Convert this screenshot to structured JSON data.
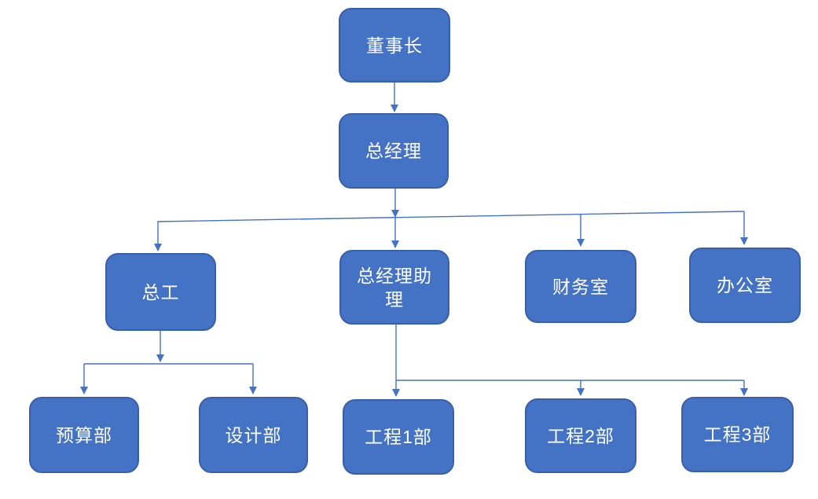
{
  "diagram": {
    "type": "org-chart",
    "colors": {
      "node-fill": "#4472C4",
      "node-border": "#3A5FA9",
      "node-text": "#FFFFFF",
      "connector-color": "#4472C4"
    },
    "nodes": [
      {
        "id": "chairman",
        "label": "董事长",
        "level": 1
      },
      {
        "id": "general-manager",
        "label": "总经理",
        "level": 2
      },
      {
        "id": "chief-engineer",
        "label": "总工",
        "level": 3
      },
      {
        "id": "gm-assistant",
        "label": "总经理助理",
        "level": 3
      },
      {
        "id": "finance-office",
        "label": "财务室",
        "level": 3
      },
      {
        "id": "admin-office",
        "label": "办公室",
        "level": 3
      },
      {
        "id": "budget-dept",
        "label": "预算部",
        "level": 4
      },
      {
        "id": "design-dept",
        "label": "设计部",
        "level": 4
      },
      {
        "id": "engineering-dept-1",
        "label": "工程1部",
        "level": 4
      },
      {
        "id": "engineering-dept-2",
        "label": "工程2部",
        "level": 4
      },
      {
        "id": "engineering-dept-3",
        "label": "工程3部",
        "level": 4
      }
    ],
    "edges": [
      {
        "from": "chairman",
        "to": "general-manager"
      },
      {
        "from": "general-manager",
        "to": "chief-engineer"
      },
      {
        "from": "general-manager",
        "to": "gm-assistant"
      },
      {
        "from": "general-manager",
        "to": "finance-office"
      },
      {
        "from": "general-manager",
        "to": "admin-office"
      },
      {
        "from": "chief-engineer",
        "to": "budget-dept"
      },
      {
        "from": "chief-engineer",
        "to": "design-dept"
      },
      {
        "from": "gm-assistant",
        "to": "engineering-dept-1"
      },
      {
        "from": "gm-assistant",
        "to": "engineering-dept-2"
      },
      {
        "from": "gm-assistant",
        "to": "engineering-dept-3"
      }
    ]
  }
}
